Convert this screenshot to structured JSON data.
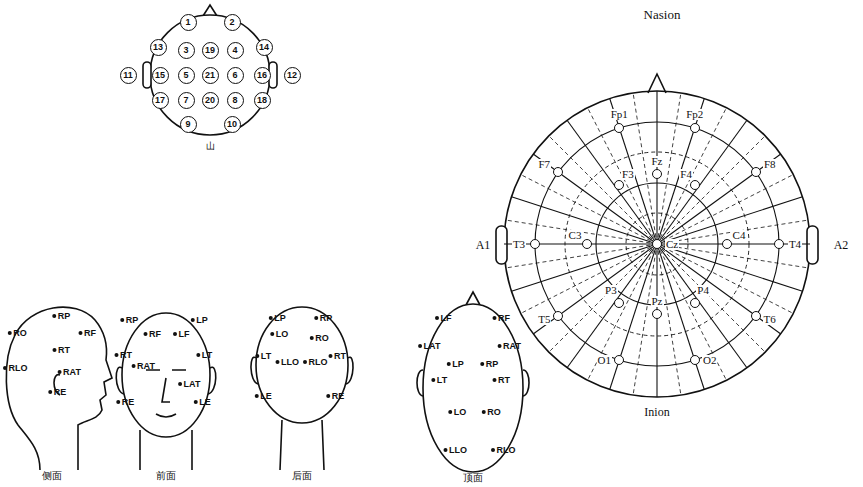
{
  "diagram": {
    "nodes": [
      {
        "text": [
          "1"
        ]
      },
      {
        "text": [
          "2"
        ]
      },
      {
        "text": [
          "13"
        ]
      },
      {
        "text": [
          "3"
        ]
      },
      {
        "text": [
          "19"
        ]
      },
      {
        "text": [
          "4"
        ]
      },
      {
        "text": [
          "14"
        ]
      },
      {
        "text": [
          "11"
        ]
      },
      {
        "text": [
          "15"
        ]
      },
      {
        "text": [
          "5"
        ]
      },
      {
        "text": [
          "21"
        ]
      },
      {
        "text": [
          "6"
        ]
      },
      {
        "text": [
          "16"
        ]
      },
      {
        "text": [
          "12"
        ]
      },
      {
        "text": [
          "17"
        ]
      },
      {
        "text": [
          "7"
        ]
      },
      {
        "text": [
          "20"
        ]
      },
      {
        "text": [
          "8"
        ]
      },
      {
        "text": [
          "18"
        ]
      },
      {
        "text": [
          "9"
        ]
      },
      {
        "text": [
          "10"
        ]
      },
      {
        "text": [
          "Fp1"
        ]
      },
      {
        "text": [
          "Fp2"
        ]
      },
      {
        "text": [
          "F7"
        ]
      },
      {
        "text": [
          "F3"
        ]
      },
      {
        "text": [
          "Fz"
        ]
      },
      {
        "text": [
          "F4"
        ]
      },
      {
        "text": [
          "F8"
        ]
      },
      {
        "text": [
          "T3"
        ]
      },
      {
        "text": [
          "C3"
        ]
      },
      {
        "text": [
          "Cz"
        ]
      },
      {
        "text": [
          "C4"
        ]
      },
      {
        "text": [
          "T4"
        ]
      },
      {
        "text": [
          "T5"
        ]
      },
      {
        "text": [
          "P3"
        ]
      },
      {
        "text": [
          "Pz"
        ]
      },
      {
        "text": [
          "P4"
        ]
      },
      {
        "text": [
          "T6"
        ]
      },
      {
        "text": [
          "O1"
        ]
      },
      {
        "text": [
          "O2"
        ]
      }
    ],
    "labels": [
      "Nasion",
      "A1",
      "A2",
      "Inion",
      "山",
      "RP",
      "RO",
      "RF",
      "RT",
      "RLO",
      "RAT",
      "RE",
      "侧面",
      "RP",
      "LP",
      "RF",
      "LF",
      "RT",
      "LT",
      "RAT",
      "LAT",
      "RE",
      "LE",
      "前面",
      "LP",
      "RP",
      "LO",
      "RO",
      "LT",
      "LLO",
      "RLO",
      "RT",
      "LE",
      "RE",
      "后面",
      "LF",
      "RF",
      "LAT",
      "RAT",
      "LP",
      "RP",
      "LT",
      "RT",
      "LO",
      "RO",
      "LLO",
      "RLO",
      "顶面"
    ]
  }
}
